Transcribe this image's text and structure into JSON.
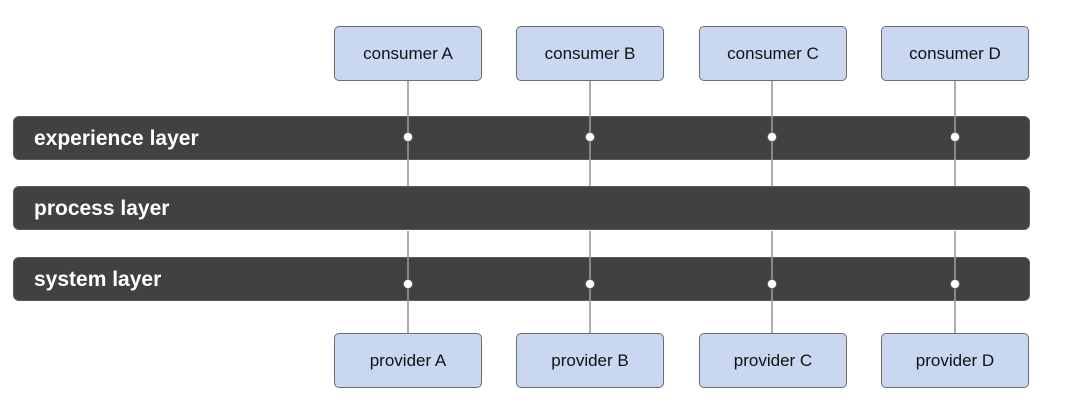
{
  "layers": [
    {
      "label": "experience layer"
    },
    {
      "label": "process layer"
    },
    {
      "label": "system layer"
    }
  ],
  "consumers": [
    "consumer A",
    "consumer B",
    "consumer C",
    "consumer D"
  ],
  "providers": [
    "provider A",
    "provider B",
    "provider C",
    "provider D"
  ],
  "colors": {
    "layer_fill": "#414141",
    "node_fill": "#c9d7f1",
    "node_border": "#6d6d6d",
    "connector": "#9a9a9a",
    "junction_dot": "#ffffff"
  }
}
